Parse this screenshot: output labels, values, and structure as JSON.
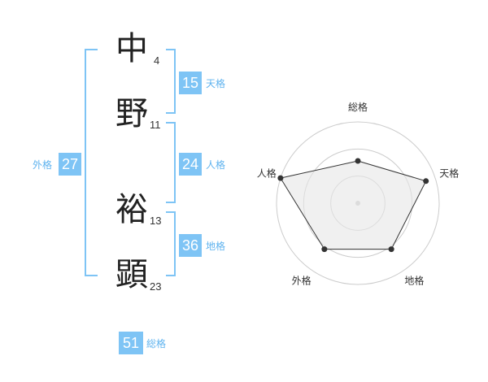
{
  "name": {
    "chars": [
      {
        "char": "中",
        "strokes": "4"
      },
      {
        "char": "野",
        "strokes": "11"
      },
      {
        "char": "裕",
        "strokes": "13"
      },
      {
        "char": "顕",
        "strokes": "23"
      }
    ]
  },
  "kaku": {
    "tenkaku": {
      "value": "15",
      "label": "天格"
    },
    "jinkaku": {
      "value": "24",
      "label": "人格"
    },
    "chikaku": {
      "value": "36",
      "label": "地格"
    },
    "gaikaku": {
      "value": "27",
      "label": "外格"
    },
    "soukaku": {
      "value": "51",
      "label": "総格"
    }
  },
  "colors": {
    "accent": "#7ec4f5",
    "accent_text": "#5fb3ef",
    "radar_fill": "#e6e6e6",
    "radar_line": "#333333"
  },
  "chart_data": {
    "type": "radar",
    "axes": [
      "総格",
      "天格",
      "地格",
      "外格",
      "人格"
    ],
    "values": [
      0.52,
      0.88,
      0.7,
      0.7,
      1.0
    ],
    "range": [
      0,
      1
    ],
    "grid_rings": 3
  }
}
